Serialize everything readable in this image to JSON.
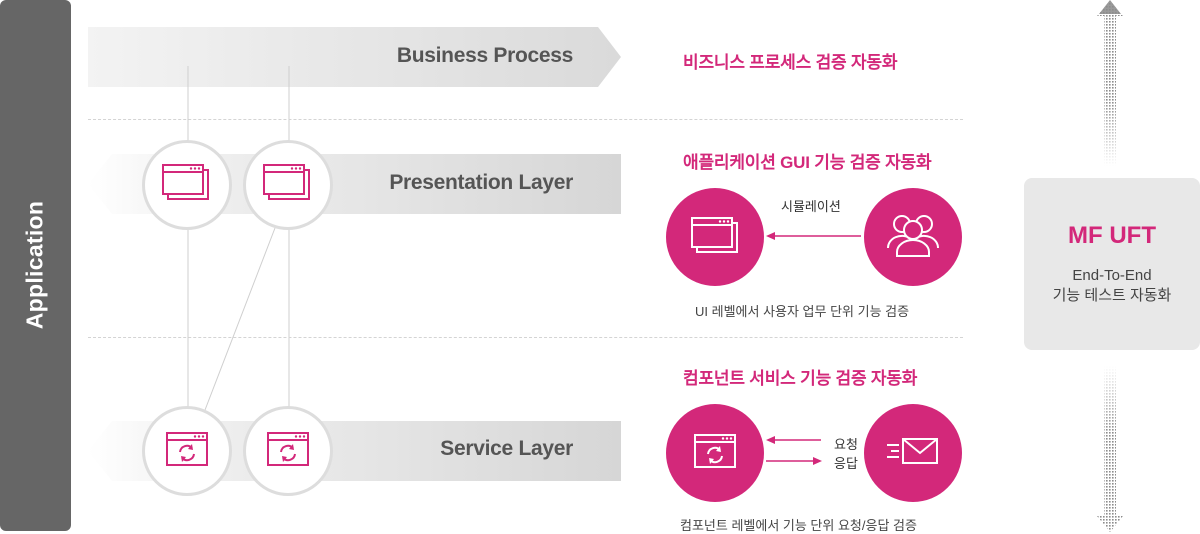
{
  "application_label": "Application",
  "layers": {
    "business": "Business Process",
    "presentation": "Presentation Layer",
    "service": "Service Layer"
  },
  "right": {
    "business_title": "비즈니스 프로세스 검증 자동화",
    "gui_title": "애플리케이션 GUI 기능 검증 자동화",
    "simulation_label": "시뮬레이션",
    "gui_caption": "UI 레벨에서 사용자 업무 단위 기능 검증",
    "service_title": "컴포넌트 서비스 기능 검증 자동화",
    "request_label": "요청",
    "response_label": "응답",
    "service_caption": "컴포넌트 레벨에서 기능 단위 요청/응답 검증"
  },
  "mf": {
    "title": "MF UFT",
    "subtitle_line1": "End-To-End",
    "subtitle_line2": "기능 테스트 자동화"
  },
  "icons": {
    "window_stack": "window-stack-icon",
    "window_refresh": "window-refresh-icon",
    "users": "users-icon",
    "mail": "mail-send-icon"
  },
  "colors": {
    "accent": "#d3287a",
    "app_bar": "#666666",
    "band": "#e6e6e6",
    "text_dark": "#555555"
  }
}
